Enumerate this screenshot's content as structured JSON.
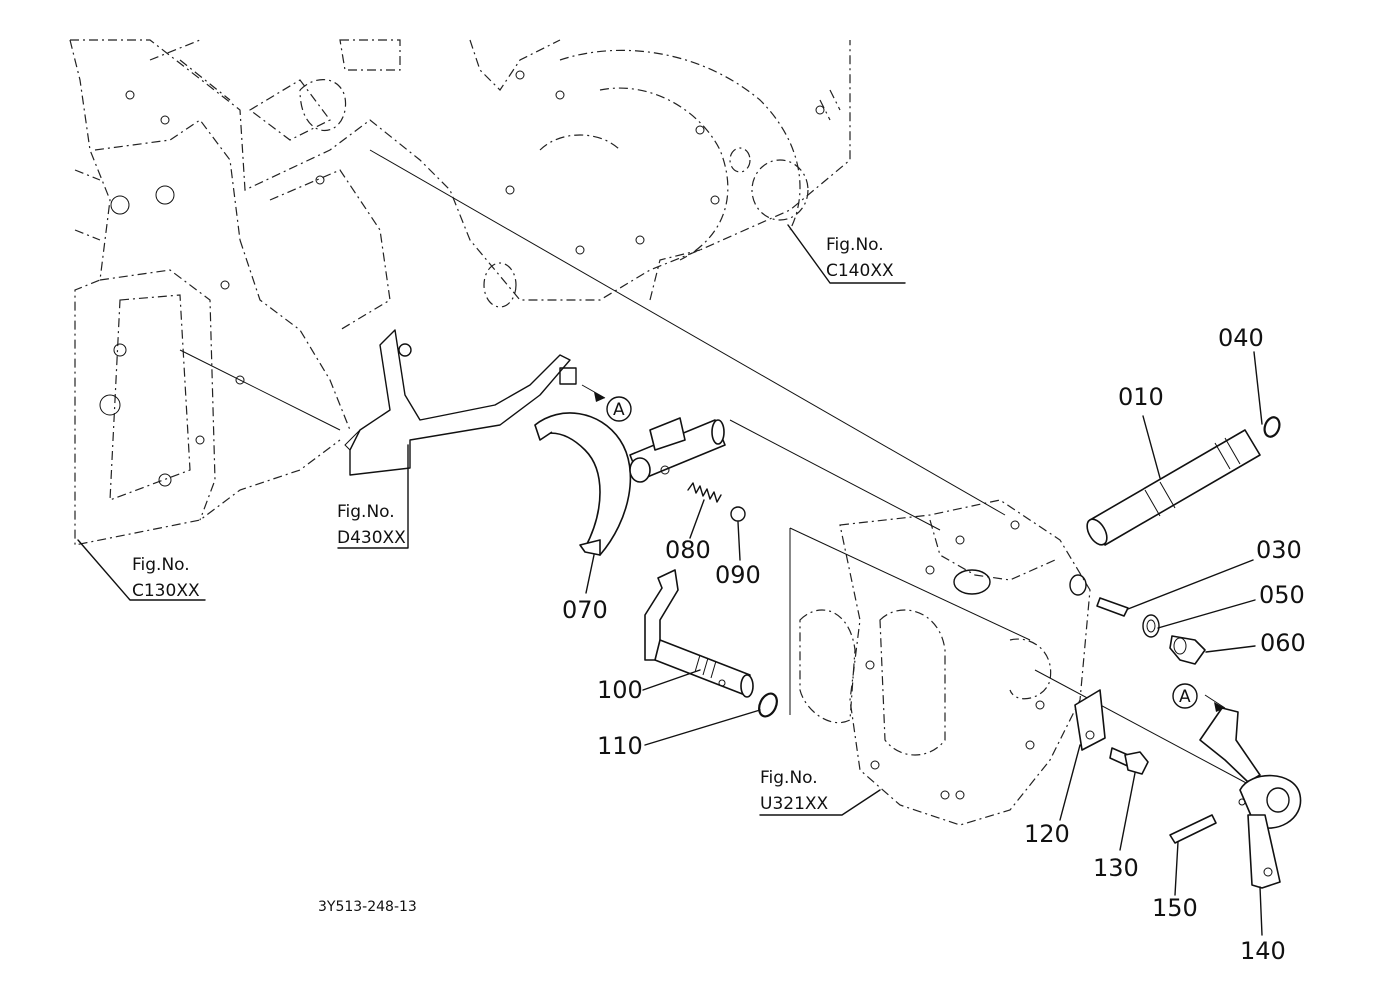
{
  "figure_refs": [
    {
      "prefix": "Fig.No.",
      "code": "C140XX"
    },
    {
      "prefix": "Fig.No.",
      "code": "D430XX"
    },
    {
      "prefix": "Fig.No.",
      "code": "C130XX"
    },
    {
      "prefix": "Fig.No.",
      "code": "U321XX"
    }
  ],
  "parts": {
    "p010": "010",
    "p030": "030",
    "p040": "040",
    "p050": "050",
    "p060": "060",
    "p070": "070",
    "p080": "080",
    "p090": "090",
    "p100": "100",
    "p110": "110",
    "p120": "120",
    "p130": "130",
    "p140": "140",
    "p150": "150"
  },
  "markers": {
    "a": "A"
  },
  "drawing_code": "3Y513-248-13"
}
